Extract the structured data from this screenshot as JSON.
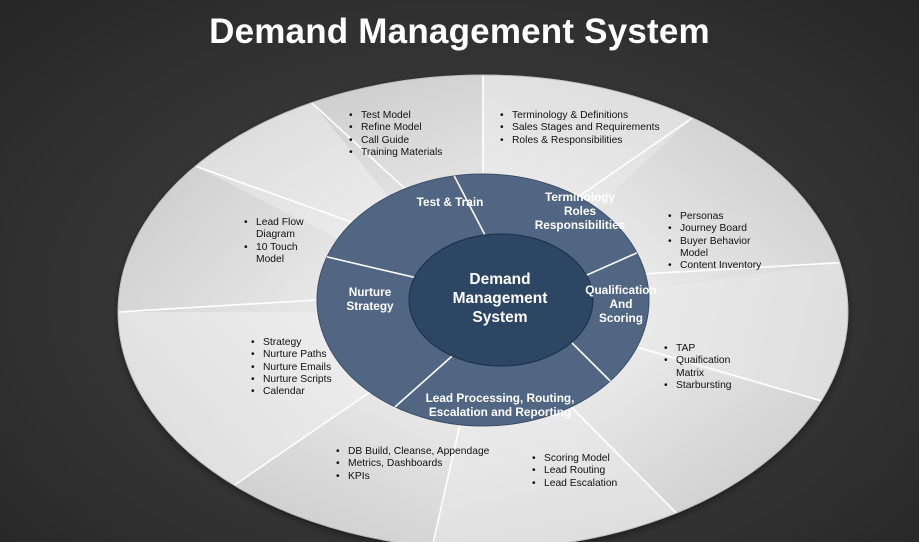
{
  "title": "Demand Management System",
  "colors": {
    "outer_light": "#f2f2f2",
    "outer_dark": "#cfcfcf",
    "inner_ring": "#516683",
    "center": "#2c4663"
  },
  "center": {
    "label": "Demand\nManagement\nSystem"
  },
  "segments": [
    {
      "label": "Test & Train"
    },
    {
      "label": "Terminology\nRoles\nResponsibilities"
    },
    {
      "label": "Qualification\nAnd\nScoring"
    },
    {
      "label": "Lead Processing, Routing,\nEscalation and Reporting"
    },
    {
      "label": "Nurture\nStrategy"
    }
  ],
  "outer_lists": {
    "test_model": [
      "Test Model",
      "Refine Model",
      "Call Guide",
      "Training Materials"
    ],
    "terminology": [
      "Terminology & Definitions",
      "Sales Stages and Requirements",
      "Roles & Responsibilities"
    ],
    "personas": [
      "Personas",
      "Journey Board",
      "Buyer Behavior Model",
      "Content Inventory"
    ],
    "tap": [
      "TAP",
      "Quaification Matrix",
      "Starbursting"
    ],
    "scoring": [
      "Scoring Model",
      "Lead Routing",
      "Lead Escalation"
    ],
    "db_build": [
      "DB Build, Cleanse, Appendage",
      "Metrics, Dashboards",
      "KPIs"
    ],
    "strategy": [
      "Strategy",
      "Nurture Paths",
      "Nurture Emails",
      "Nurture Scripts",
      "Calendar"
    ],
    "lead_flow": [
      "Lead Flow Diagram",
      "10 Touch Model"
    ]
  }
}
